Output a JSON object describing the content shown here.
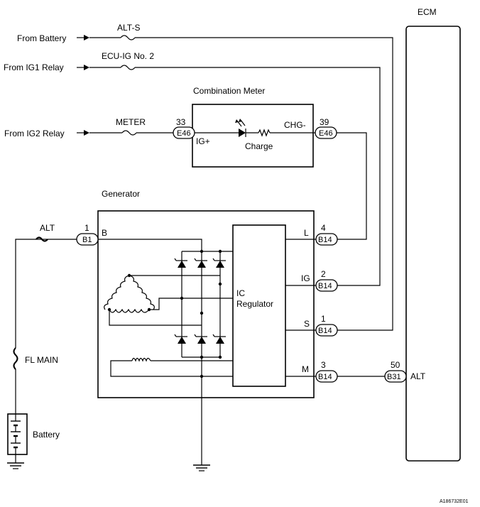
{
  "labels": {
    "ecm": "ECM",
    "from_battery": "From Battery",
    "from_ig1": "From IG1 Relay",
    "from_ig2": "From IG2 Relay",
    "fuse_alts": "ALT-S",
    "fuse_ecuig": "ECU-IG No. 2",
    "fuse_meter": "METER",
    "fuse_alt": "ALT",
    "fuse_flmain": "FL MAIN",
    "battery": "Battery",
    "combination_meter": "Combination Meter",
    "generator": "Generator",
    "ic_regulator_1": "IC",
    "ic_regulator_2": "Regulator",
    "charge": "Charge",
    "ig_plus": "IG+",
    "chg_minus": "CHG-",
    "term_b": "B",
    "term_l": "L",
    "term_ig": "IG",
    "term_s": "S",
    "term_m": "M",
    "term_alt": "ALT",
    "figure_code": "A186732E01"
  },
  "connectors": [
    {
      "id": "E46",
      "pin": "33"
    },
    {
      "id": "E46",
      "pin": "39"
    },
    {
      "id": "B1",
      "pin": "1"
    },
    {
      "id": "B14",
      "pin": "4"
    },
    {
      "id": "B14",
      "pin": "2"
    },
    {
      "id": "B14",
      "pin": "1"
    },
    {
      "id": "B14",
      "pin": "3"
    },
    {
      "id": "B31",
      "pin": "50"
    }
  ]
}
